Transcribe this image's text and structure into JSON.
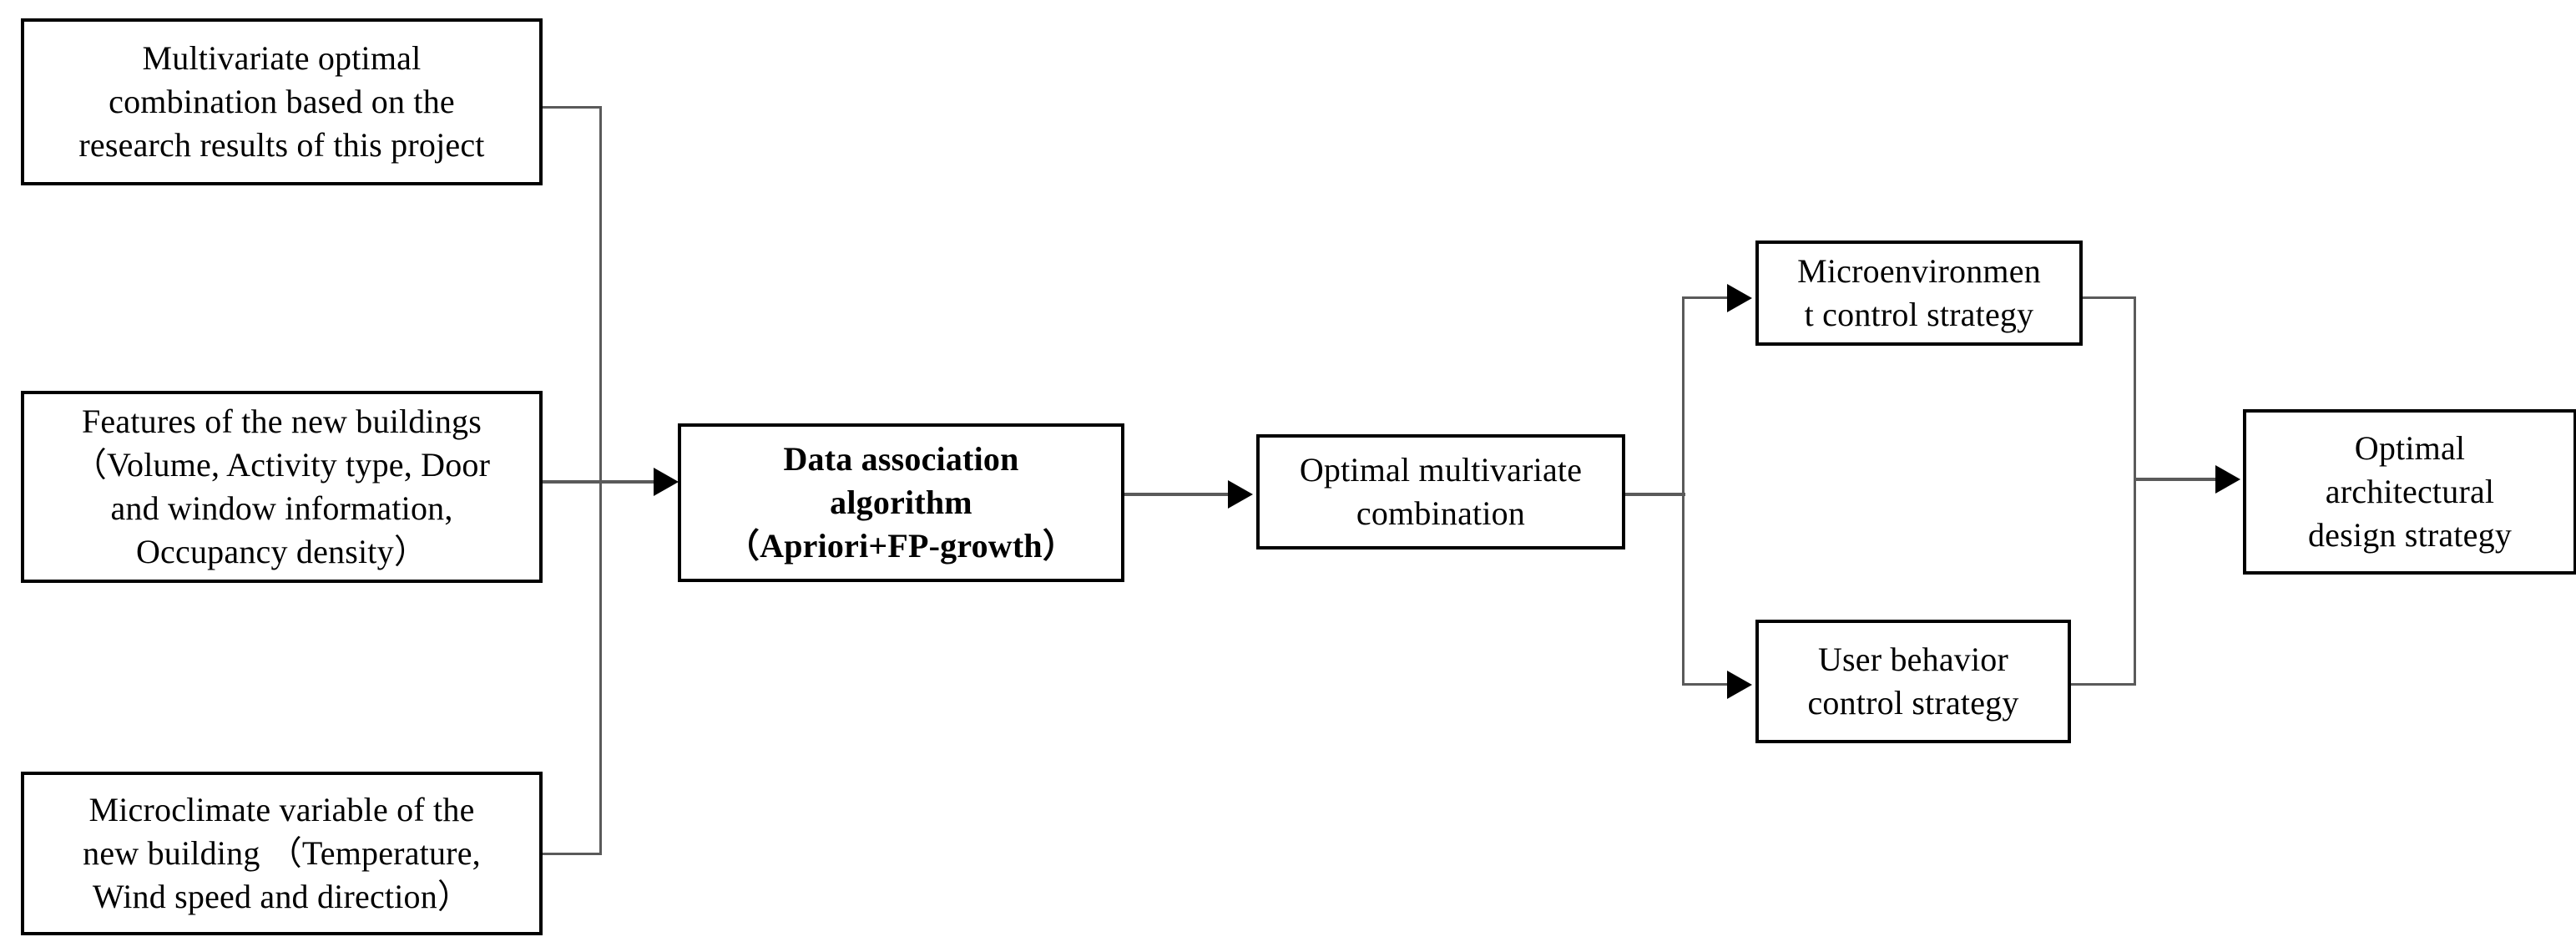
{
  "diagram": {
    "title": "Data association algorithm workflow for optimal architectural design strategy",
    "type": "flowchart",
    "background_color": "#ffffff",
    "line_color": "#5a5a5a",
    "border_color": "#000000",
    "text_color": "#000000"
  },
  "nodes": {
    "multivariate_optimal_combination": {
      "label": "Multivariate  optimal\ncombination based on the\nresearch results of this project",
      "emphasis": "normal"
    },
    "building_features": {
      "label": "Features of the new buildings\n（Volume, Activity type, Door\nand window information,\nOccupancy density）",
      "emphasis": "normal"
    },
    "microclimate_variable": {
      "label": "Microclimate  variable of the\nnew building （Temperature,\nWind speed and direction）",
      "emphasis": "normal"
    },
    "data_association_algorithm": {
      "label": "Data association\nalgorithm\n（Apriori+FP-growth）",
      "emphasis": "bold"
    },
    "optimal_multivariate_combination": {
      "label": "Optimal multivariate\ncombination",
      "emphasis": "normal"
    },
    "microenvironment_control_strategy": {
      "label": "Microenvironmen\nt control strategy",
      "emphasis": "normal"
    },
    "user_behavior_control_strategy": {
      "label": "User behavior\ncontrol strategy",
      "emphasis": "normal"
    },
    "optimal_architectural_design_strategy": {
      "label": "Optimal\narchitectural\ndesign strategy",
      "emphasis": "normal"
    }
  },
  "edges": [
    {
      "from": "multivariate_optimal_combination",
      "to": "data_association_algorithm",
      "style": "elbow-merge"
    },
    {
      "from": "building_features",
      "to": "data_association_algorithm",
      "style": "straight-arrow"
    },
    {
      "from": "microclimate_variable",
      "to": "data_association_algorithm",
      "style": "elbow-merge"
    },
    {
      "from": "data_association_algorithm",
      "to": "optimal_multivariate_combination",
      "style": "straight-arrow"
    },
    {
      "from": "optimal_multivariate_combination",
      "to": "microenvironment_control_strategy",
      "style": "elbow-split-arrow"
    },
    {
      "from": "optimal_multivariate_combination",
      "to": "user_behavior_control_strategy",
      "style": "elbow-split-arrow"
    },
    {
      "from": "microenvironment_control_strategy",
      "to": "optimal_architectural_design_strategy",
      "style": "elbow-merge-arrow"
    },
    {
      "from": "user_behavior_control_strategy",
      "to": "optimal_architectural_design_strategy",
      "style": "elbow-merge-arrow"
    }
  ]
}
